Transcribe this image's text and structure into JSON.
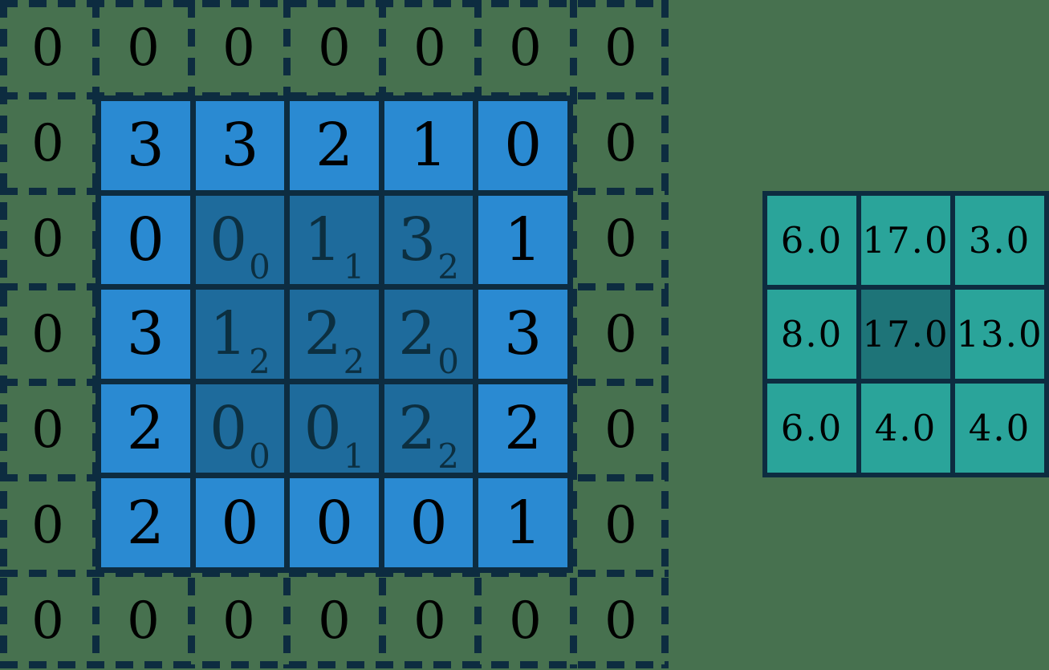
{
  "colors": {
    "background": "#47714f",
    "grid_line": "#0d2c40",
    "input_cell": "#2a8ad2",
    "kernel_window_cell": "#1e6b9c",
    "output_cell": "#2aa49a",
    "output_active_cell": "#1e7478",
    "digit": "#000000",
    "window_digit": "#0c2f40"
  },
  "padded_input": {
    "grid_rows": 7,
    "grid_cols": 7,
    "padding_value": "0",
    "values": [
      [
        "3",
        "3",
        "2",
        "1",
        "0"
      ],
      [
        "0",
        "0",
        "1",
        "3",
        "1"
      ],
      [
        "3",
        "1",
        "2",
        "2",
        "3"
      ],
      [
        "2",
        "0",
        "0",
        "2",
        "2"
      ],
      [
        "2",
        "0",
        "0",
        "0",
        "1"
      ]
    ],
    "window": {
      "row_start": 1,
      "col_start": 1,
      "size": 3
    },
    "kernel": [
      [
        "0",
        "1",
        "2"
      ],
      [
        "2",
        "2",
        "0"
      ],
      [
        "0",
        "1",
        "2"
      ]
    ]
  },
  "output": {
    "values": [
      [
        "6.0",
        "17.0",
        "3.0"
      ],
      [
        "8.0",
        "17.0",
        "13.0"
      ],
      [
        "6.0",
        "4.0",
        "4.0"
      ]
    ],
    "active": {
      "row": 1,
      "col": 1
    }
  }
}
